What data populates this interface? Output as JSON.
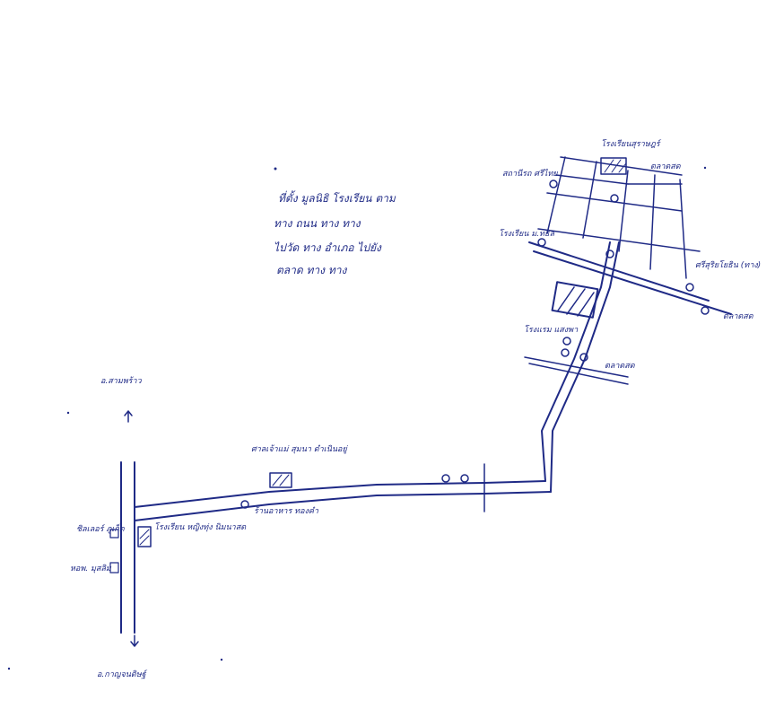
{
  "map": {
    "ink_color": "#1f2a86",
    "labels": {
      "north_destination": "อ.สามพร้าว",
      "south_destination": "อ.กาญจนดิษฐ์",
      "left_upper_building": "ชิลเลอร์ ภูเก็ต",
      "left_lower_building": "หอพ. มุสลิม",
      "corner_school": "โรงเรียน หญิงทุ่ง นิมนาสด",
      "mid_landmark": "ศาลเจ้าแม่ สุมนา ดำเนินอยู่",
      "mid_poi": "ร้านอาหาร ทองคำ",
      "school_top": "โรงเรียนสุราษฎร์",
      "station_left_top": "สถานีรถ ศรีไทย",
      "station_right_top": "ตลาดสด",
      "station_left_mid": "โรงเรียน ม.ทธิล",
      "hotel_right": "ศรีสุริยโยธิน (ทาง)",
      "bottom_right": "ตลาดสด",
      "branch_left": "โรงแรม แสงพา",
      "branch_right": "ตลาดสด"
    },
    "note_lines": [
      "ที่ตั้ง มูลนิธิ โรงเรียน ตาม",
      "ทาง ถนน ทาง ทาง",
      "ไปวัด ทาง อำเภอ ไปยัง",
      "ตลาด ทาง ทาง"
    ]
  }
}
